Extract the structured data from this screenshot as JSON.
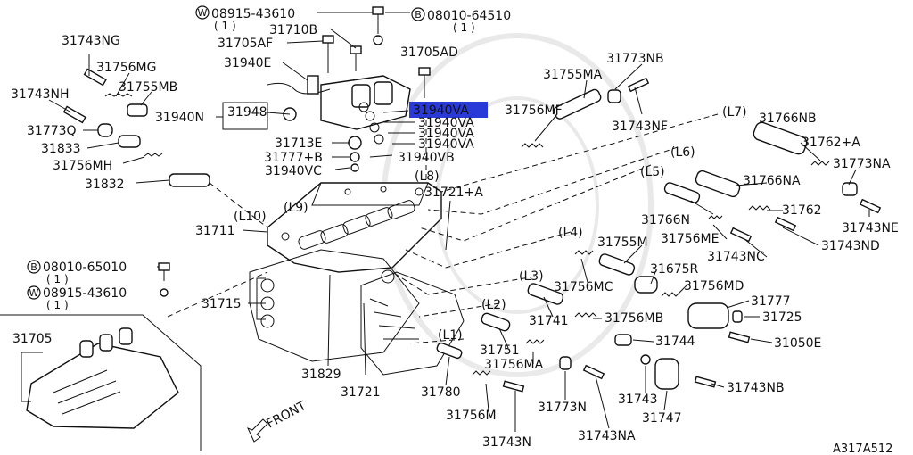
{
  "diagram_code": "A317A512",
  "front_label": "FRONT",
  "highlight_color": "#1f2fd6",
  "symbols": {
    "washer": "W",
    "bolt": "B"
  },
  "qty_one": "( 1 )",
  "parts": {
    "p31743NG": "31743NG",
    "p31756MG": "31756MG",
    "p31755MB": "31755MB",
    "p31743NH": "31743NH",
    "p31773Q": "31773Q",
    "p31833": "31833",
    "p31756MH": "31756MH",
    "p31832": "31832",
    "p31940N": "31940N",
    "p31948": "31948",
    "p31705AF": "31705AF",
    "p31710B": "31710B",
    "p31940E": "31940E",
    "w08915_43610": "08915-43610",
    "b08010_64510": "08010-64510",
    "p31705AD": "31705AD",
    "p31940VA_hl": "31940VA",
    "p31940VA_2": "31940VA",
    "p31940VA_3": "31940VA",
    "p31940VA_4": "31940VA",
    "p31713E": "31713E",
    "p31777B": "31777+B",
    "p31940VB": "31940VB",
    "p31940VC": "31940VC",
    "p31773NB": "31773NB",
    "p31755MA": "31755MA",
    "p31756MF": "31756MF",
    "p31743NF": "31743NF",
    "p31766NB": "31766NB",
    "p31762A": "31762+A",
    "p31773NA": "31773NA",
    "p31766NA": "31766NA",
    "p31766N": "31766N",
    "p31762": "31762",
    "p31743NE": "31743NE",
    "p31756ME": "31756ME",
    "p31743ND": "31743ND",
    "p31743NC": "31743NC",
    "p31721A": "31721+A",
    "p31711": "31711",
    "p31755M": "31755M",
    "p31675R": "31675R",
    "p31756MC": "31756MC",
    "p31756MD": "31756MD",
    "p31741": "31741",
    "p31756MB": "31756MB",
    "p31777": "31777",
    "p31725": "31725",
    "p31744": "31744",
    "p31050E": "31050E",
    "p31751": "31751",
    "p31756MA": "31756MA",
    "p31780": "31780",
    "p31743": "31743",
    "p31743NB": "31743NB",
    "p31747": "31747",
    "p31756M": "31756M",
    "p31773N": "31773N",
    "p31743NA": "31743NA",
    "p31743N": "31743N",
    "p31715": "31715",
    "p31829": "31829",
    "p31721": "31721",
    "p31705": "31705",
    "b08010_65010": "08010-65010",
    "w08915_43610_b": "08915-43610"
  },
  "level_tags": {
    "L1": "(L1)",
    "L2": "(L2)",
    "L3": "(L3)",
    "L4": "(L4)",
    "L5": "(L5)",
    "L6": "(L6)",
    "L7": "(L7)",
    "L8": "(L8)",
    "L9": "(L9)",
    "L10": "(L10)"
  }
}
